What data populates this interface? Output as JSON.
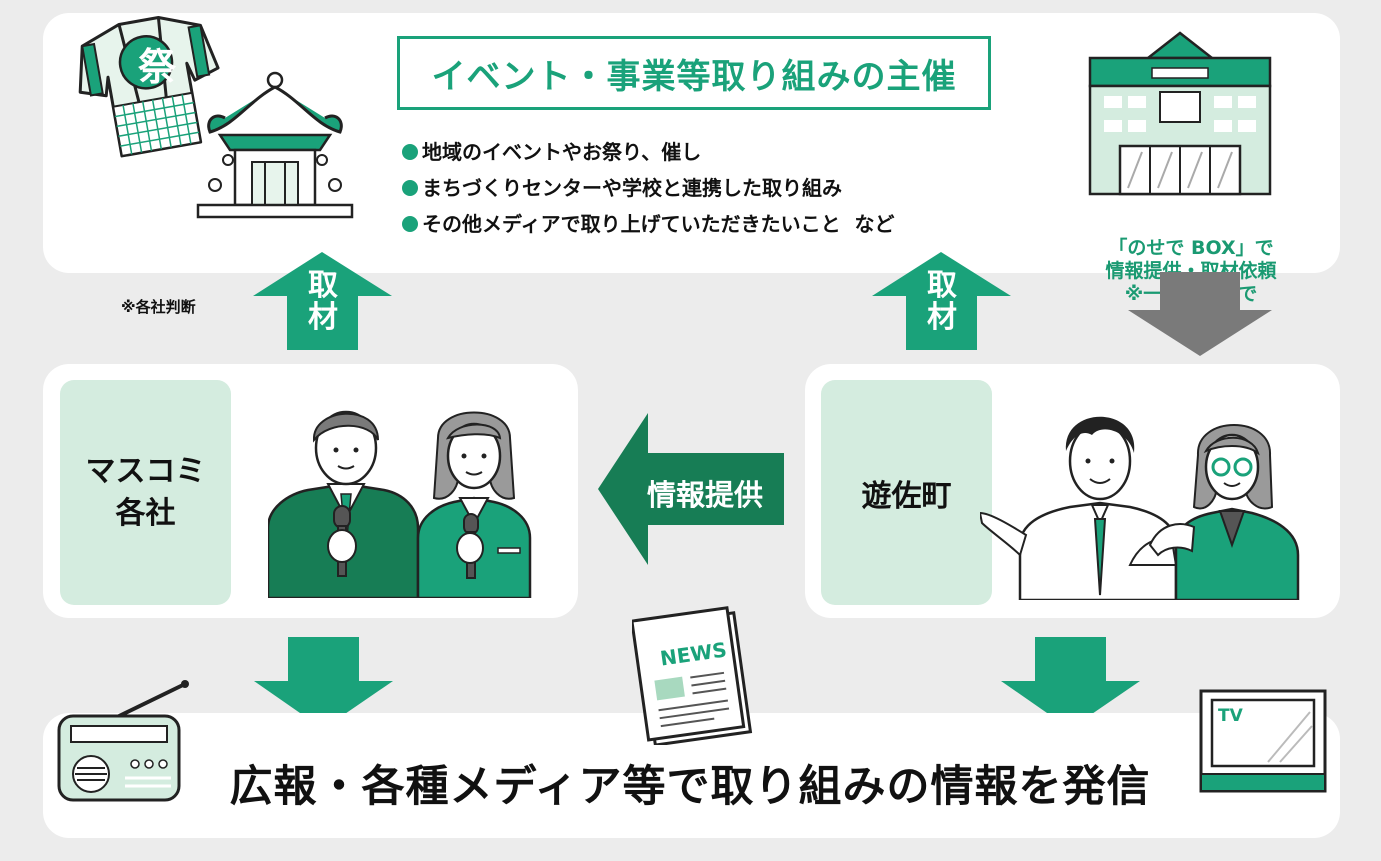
{
  "top": {
    "title": "イベント・事業等取り組みの主催",
    "bullets": [
      "地域のイベントやお祭り、催し",
      "まちづくりセンターや学校と連携した取り組み",
      "その他メディアで取り上げていただきたいこと  など"
    ],
    "festival_kanji": "祭"
  },
  "box_label": {
    "line1": "「のせで BOX」で",
    "line2": "情報提供・取材依頼",
    "line3": "※一週間前まで"
  },
  "arrows": {
    "left_up_1": "取",
    "left_up_2": "材",
    "right_up_1": "取",
    "right_up_2": "材",
    "info": "情報提供"
  },
  "note": "※各社判断",
  "media": {
    "line1": "マスコミ",
    "line2": "各社"
  },
  "town": {
    "label": "遊佐町"
  },
  "icons": {
    "news_text": "NEWS",
    "tv_text": "TV"
  },
  "bottom": {
    "text": "広報・各種メディア等で取り組みの情報を発信"
  },
  "colors": {
    "accent": "#1aa27a",
    "dark_green": "#177d55",
    "light_green": "#d4ecdf",
    "gray_arrow": "#7a7a7a"
  }
}
